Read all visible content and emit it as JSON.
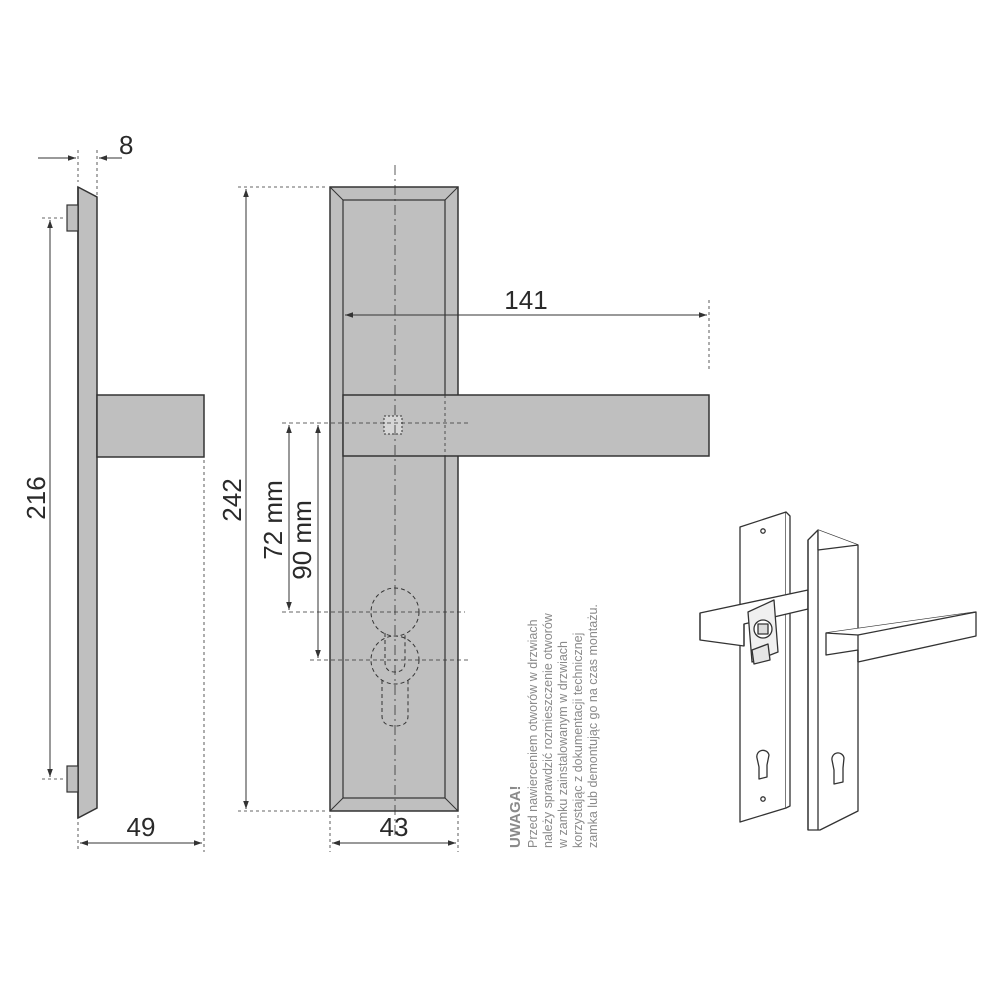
{
  "dimensions": {
    "plate_thickness": "8",
    "side_height": "216",
    "side_depth": "49",
    "front_height": "242",
    "front_width": "43",
    "handle_length": "141",
    "spacing_72": "72 mm",
    "spacing_90": "90 mm"
  },
  "warning": {
    "title": "UWAGA!",
    "lines": [
      "Przed nawierceniem otworów w drzwiach",
      "należy sprawdzić rozmieszczenie otworów",
      "w zamku zainstalowanym w drzwiach",
      "korzystając z dokumentacji technicznej",
      "zamka lub demontując go na czas montażu."
    ]
  },
  "colors": {
    "line": "#333333",
    "fill": "#bfbfbf",
    "fill_light": "#e4e4e4",
    "text": "#2a2a2a",
    "note": "#8a8a8a"
  }
}
